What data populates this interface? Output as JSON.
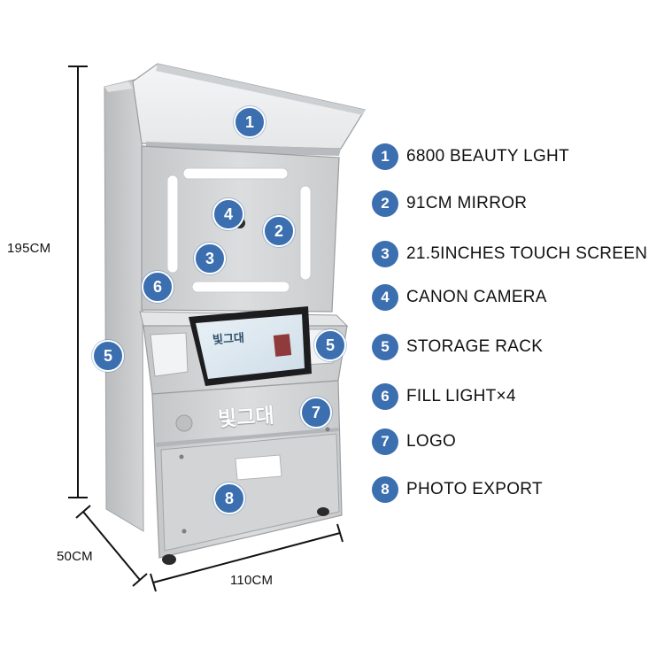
{
  "dimensions": {
    "height": "195CM",
    "depth": "50CM",
    "width": "110CM"
  },
  "legend": [
    {
      "number": "1",
      "label": "6800 BEAUTY LGHT"
    },
    {
      "number": "2",
      "label": "91CM MIRROR"
    },
    {
      "number": "3",
      "label": "21.5INCHES TOUCH SCREEN"
    },
    {
      "number": "4",
      "label": "CANON CAMERA"
    },
    {
      "number": "5",
      "label": "STORAGE RACK"
    },
    {
      "number": "6",
      "label": "FILL LIGHT×4"
    },
    {
      "number": "7",
      "label": "LOGO"
    },
    {
      "number": "8",
      "label": "PHOTO EXPORT"
    }
  ],
  "markers": {
    "m1": "1",
    "m2": "2",
    "m3": "3",
    "m4": "4",
    "m5a": "5",
    "m5b": "5",
    "m6": "6",
    "m7": "7",
    "m8": "8"
  },
  "machine": {
    "logo_text": "빛그대",
    "screen_logo_text": "빛그대"
  },
  "colors": {
    "badge": "#3b6fb0",
    "machine_body": "#cfd1d3",
    "machine_dark": "#a9acae"
  }
}
